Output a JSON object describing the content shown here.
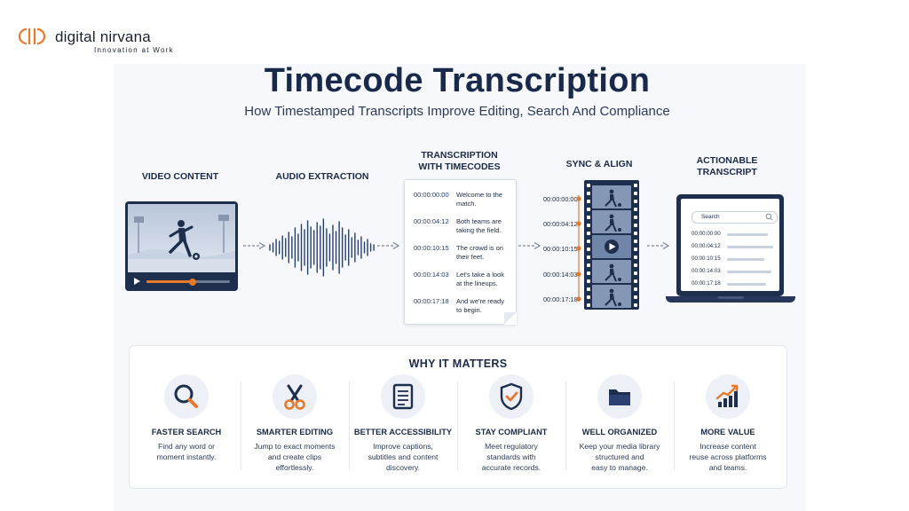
{
  "brand": {
    "name": "digital nirvana",
    "tagline": "Innovation at Work",
    "accent": "#e8792b",
    "navy": "#1e2e4d"
  },
  "header": {
    "title": "Timecode Transcription",
    "subtitle": "How Timestamped Transcripts Improve Editing, Search And Compliance"
  },
  "steps": {
    "video": {
      "label": "VIDEO CONTENT",
      "progress": 0.55
    },
    "audio": {
      "label": "AUDIO EXTRACTION"
    },
    "transcription": {
      "label_line1": "TRANSCRIPTION",
      "label_line2": "WITH TIMECODES",
      "rows": [
        {
          "time": "00:00:00:00",
          "text": "Welcome to the match."
        },
        {
          "time": "00:00:04:12",
          "text": "Both teams are taking the field."
        },
        {
          "time": "00:00:10:15",
          "text": "The crowd is on their feet."
        },
        {
          "time": "00:00:14:03",
          "text": "Let's take a look at the lineups."
        },
        {
          "time": "00:00:17:18",
          "text": "And we're ready to begin."
        }
      ]
    },
    "sync": {
      "label": "SYNC & ALIGN",
      "times": [
        "00:00:00:00",
        "00:00:04:12",
        "00:00:10:15",
        "00:00:14:03",
        "00:00:17:18"
      ]
    },
    "actionable": {
      "label_line1": "ACTIONABLE",
      "label_line2": "TRANSCRIPT",
      "search_placeholder": "Search",
      "times": [
        "00:00:00:00",
        "00:00:04:12",
        "00:00:10:15",
        "00:00:14:03",
        "00:00:17:18"
      ]
    }
  },
  "why": {
    "title": "WHY IT MATTERS",
    "items": [
      {
        "icon": "magnifier-icon",
        "title": "FASTER SEARCH",
        "desc_line1": "Find any word or",
        "desc_line2": "moment instantly.",
        "desc_line3": ""
      },
      {
        "icon": "scissors-icon",
        "title": "SMARTER EDITING",
        "desc_line1": "Jump to exact moments",
        "desc_line2": "and create clips",
        "desc_line3": "effortlessly."
      },
      {
        "icon": "document-icon",
        "title": "BETTER ACCESSIBILITY",
        "desc_line1": "Improve captions,",
        "desc_line2": "subtitles and content",
        "desc_line3": "discovery."
      },
      {
        "icon": "shield-check-icon",
        "title": "STAY COMPLIANT",
        "desc_line1": "Meet regulatory",
        "desc_line2": "standards with",
        "desc_line3": "accurate records."
      },
      {
        "icon": "folder-icon",
        "title": "WELL ORGANIZED",
        "desc_line1": "Keep your media library",
        "desc_line2": "structured and",
        "desc_line3": "easy to manage."
      },
      {
        "icon": "growth-chart-icon",
        "title": "MORE VALUE",
        "desc_line1": "Increase content",
        "desc_line2": "reuse across platforms",
        "desc_line3": "and teams."
      }
    ]
  }
}
